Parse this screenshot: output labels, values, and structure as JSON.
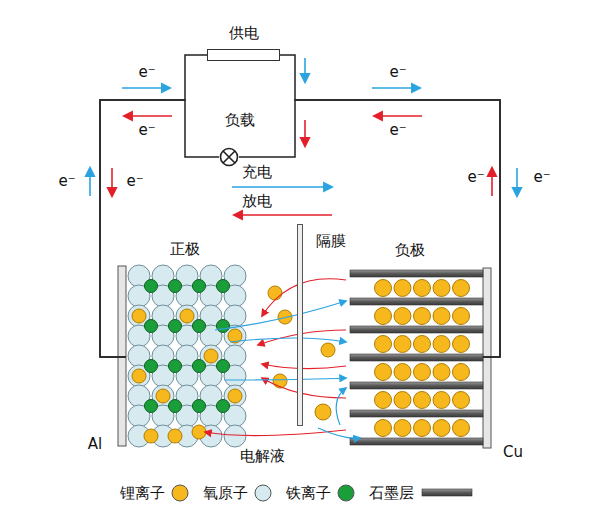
{
  "diagram": {
    "nodes": [
      {
        "text": [
          "供电"
        ]
      },
      {
        "text": [
          "负载"
        ]
      },
      {
        "text": [
          "正极"
        ]
      },
      {
        "text": [
          "隔膜"
        ]
      },
      {
        "text": [
          "负极"
        ]
      }
    ],
    "edges": [
      {
        "from": 2,
        "to": 0,
        "arrow": "none"
      },
      {
        "from": 0,
        "to": 4,
        "arrow": "none"
      },
      {
        "from": 2,
        "to": 1,
        "arrow": "none"
      },
      {
        "from": 1,
        "to": 4,
        "arrow": "none"
      }
    ],
    "labels": [
      "e⁻",
      "e⁻",
      "e⁻",
      "e⁻",
      "e⁻",
      "e⁻",
      "e⁻",
      "e⁻",
      "充电",
      "放电",
      "电解液",
      "Al",
      "Cu"
    ],
    "legend": [
      {
        "text": "锂离子",
        "color": "#f6b81c"
      },
      {
        "text": "氧原子",
        "color": "#d6eaf0"
      },
      {
        "text": "铁离子",
        "color": "#1a9e3a"
      },
      {
        "text": "石墨层"
      }
    ]
  }
}
